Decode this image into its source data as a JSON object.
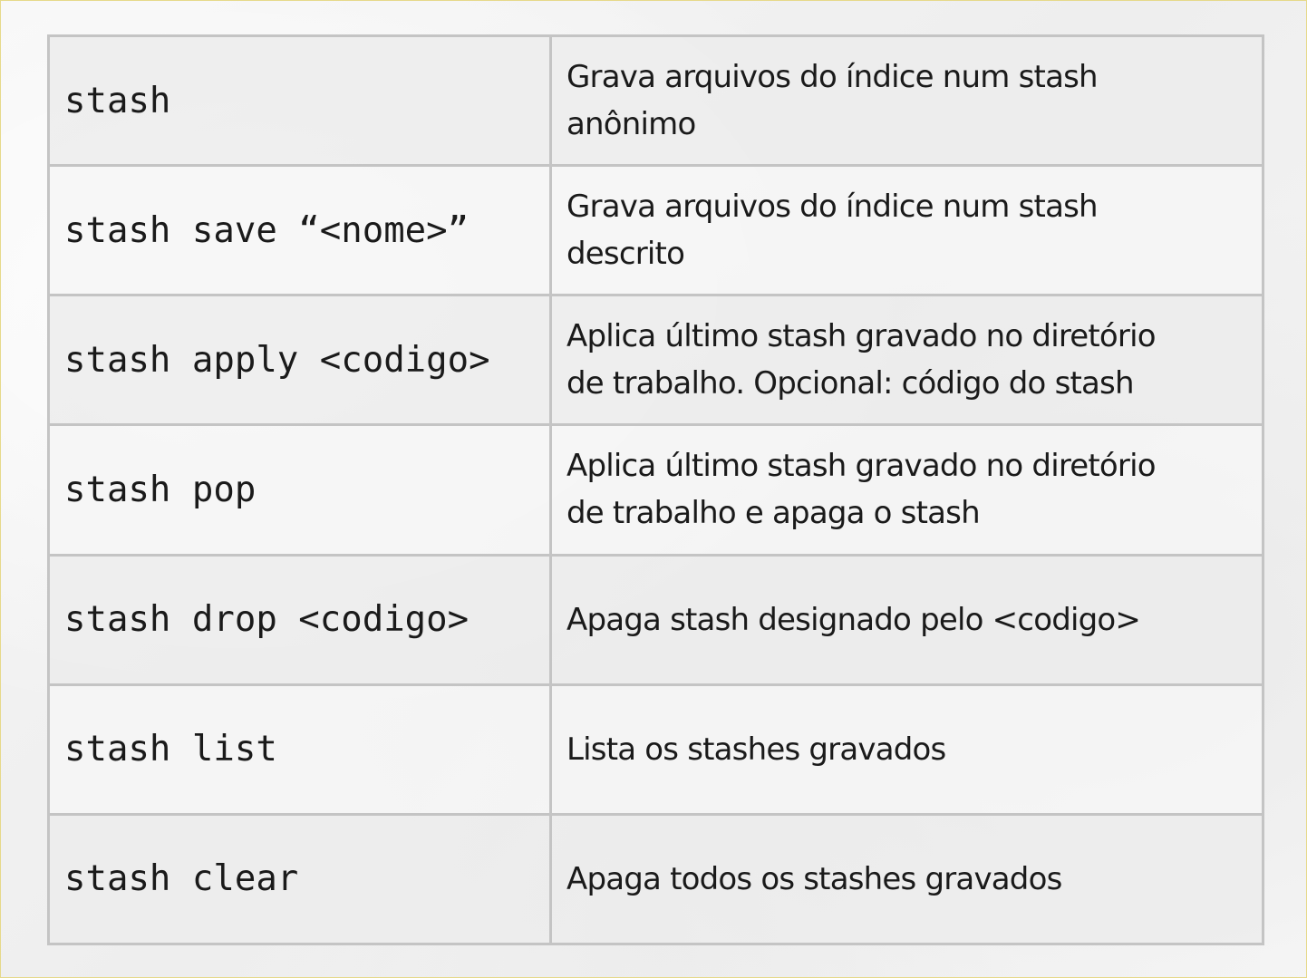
{
  "table": {
    "rows": [
      {
        "command": "stash",
        "description": [
          "Grava arquivos do índice num stash",
          "anônimo"
        ]
      },
      {
        "command": "stash save “<nome>”",
        "description": [
          "Grava arquivos do índice num stash",
          "descrito"
        ]
      },
      {
        "command": "stash apply <codigo>",
        "description": [
          "Aplica último stash gravado no diretório",
          "de trabalho. Opcional: código do stash"
        ]
      },
      {
        "command": "stash pop",
        "description": [
          "Aplica último stash gravado no diretório",
          "de trabalho e apaga o stash"
        ]
      },
      {
        "command": "stash drop <codigo>",
        "description": [
          "Apaga stash designado pelo <codigo>"
        ]
      },
      {
        "command": "stash list",
        "description": [
          "Lista os stashes gravados"
        ]
      },
      {
        "command": "stash clear",
        "description": [
          "Apaga todos os stashes gravados"
        ]
      }
    ]
  }
}
